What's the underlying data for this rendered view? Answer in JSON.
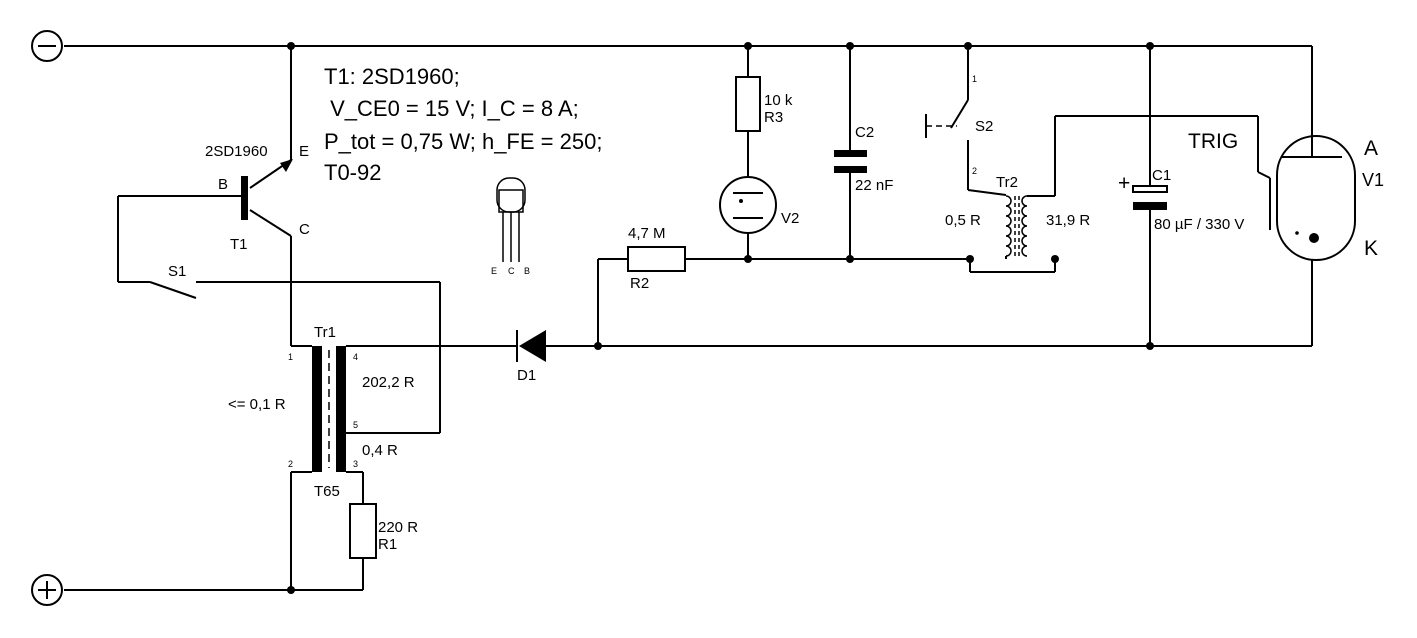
{
  "terminals": {
    "negative": "−",
    "positive": "+"
  },
  "spec": {
    "line1": "T1: 2SD1960;",
    "line2": " V_CE0 = 15 V; I_C = 8 A;",
    "line3": "P_tot = 0,75 W; h_FE = 250;",
    "line4": "T0-92"
  },
  "transistor": {
    "part": "2SD1960",
    "ref": "T1",
    "pin_b": "B",
    "pin_c": "C",
    "pin_e": "E"
  },
  "package": {
    "pin_e": "E",
    "pin_c": "C",
    "pin_b": "B"
  },
  "switch_s1": {
    "ref": "S1"
  },
  "transformer_tr1": {
    "ref": "Tr1",
    "type": "T65",
    "pin1": "1",
    "pin2": "2",
    "pin3": "3",
    "pin4": "4",
    "pin5": "5",
    "primary_r": "<= 0,1 R",
    "secondary_r": "202,2 R",
    "tap_r": "0,4 R"
  },
  "resistor_r1": {
    "ref": "R1",
    "value": "220 R"
  },
  "diode_d1": {
    "ref": "D1"
  },
  "resistor_r2": {
    "ref": "R2",
    "value": "4,7 M"
  },
  "resistor_r3": {
    "ref": "R3",
    "value": "10 k"
  },
  "lamp_v2": {
    "ref": "V2"
  },
  "capacitor_c2": {
    "ref": "C2",
    "value": "22 nF"
  },
  "switch_s2": {
    "ref": "S2",
    "pin1": "1",
    "pin2": "2"
  },
  "transformer_tr2": {
    "ref": "Tr2",
    "primary_r": "0,5 R",
    "secondary_r": "31,9 R"
  },
  "capacitor_c1": {
    "ref": "C1",
    "value": "80 µF / 330 V",
    "polarity": "+"
  },
  "tube_v1": {
    "ref": "V1",
    "trig": "TRIG",
    "anode": "A",
    "cathode": "K"
  },
  "colors": {
    "wire": "#000000",
    "background": "#ffffff"
  }
}
